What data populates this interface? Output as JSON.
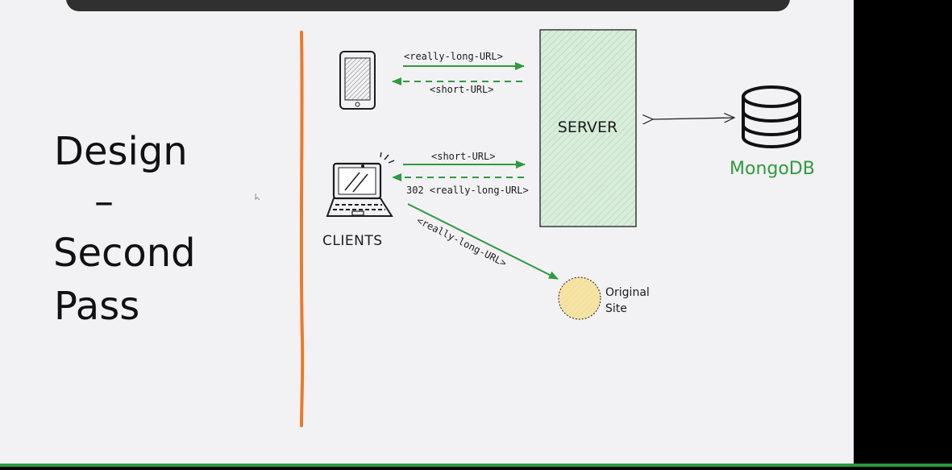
{
  "slide": {
    "title_lines": [
      "Design",
      "–",
      "Second",
      "Pass"
    ]
  },
  "diagram": {
    "top_request_label": "<really-long-URL>",
    "top_response_label": "<short-URL>",
    "mid_request_label": "<short-URL>",
    "mid_response_label": "302 <really-long-URL>",
    "diag_label": "<really-long-URL>",
    "server_label": "SERVER",
    "clients_label": "CLIENTS",
    "db_label": "MongoDB",
    "original_site_line1": "Original",
    "original_site_line2": "Site"
  },
  "colors": {
    "accent_orange": "#e87b2c",
    "arrow_green": "#2f9a3f",
    "server_fill": "#d9eddb",
    "site_fill": "#f6e4a6",
    "mongodb_green": "#2f9a3f"
  },
  "icons": [
    "phone-icon",
    "laptop-icon",
    "database-icon",
    "cursor-icon"
  ]
}
